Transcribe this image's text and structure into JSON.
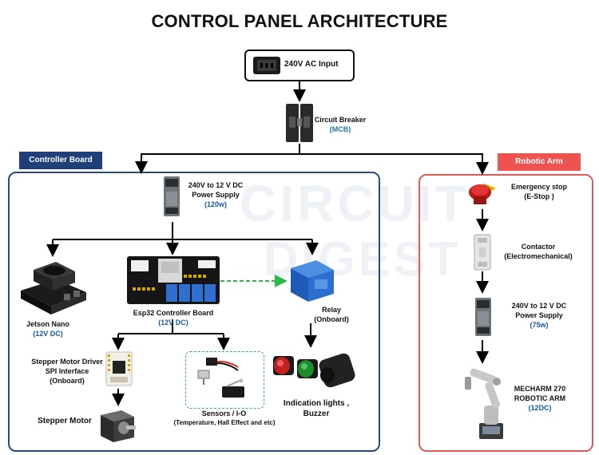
{
  "title": "CONTROL PANEL ARCHITECTURE",
  "watermark": {
    "line1": "CIRCUIT",
    "line2": "DIGEST"
  },
  "ac_input": {
    "label": "240V AC Input"
  },
  "breaker": {
    "label": "Circuit Breaker",
    "sub": "(MCB)"
  },
  "controller_board": {
    "tag": "Controller Board",
    "tag_color": "#1f3f78",
    "border_color": "#2a4a7e",
    "psu": {
      "line1": "240V  to 12 V DC",
      "line2": "Power Supply",
      "sub": "(120w)"
    },
    "jetson": {
      "label": "Jetson Nano",
      "sub": "(12V DC)"
    },
    "esp32": {
      "label": "Esp32 Controller Board",
      "sub": "(12V DC)"
    },
    "relay": {
      "label": "Relay",
      "sub": "(Onboard)"
    },
    "stepper_driver": {
      "line1": "Stepper Motor Driver",
      "line2": "SPI Interface",
      "line3": "(Onboard)"
    },
    "stepper_motor": {
      "label": "Stepper Motor"
    },
    "sensors": {
      "line1": "Sensors / I-O",
      "line2": "(Temperature, Hall Effect and etc)"
    },
    "indication": {
      "line1": "Indication lights ,",
      "line2": "Buzzer"
    }
  },
  "robotic_arm": {
    "tag": "Robotic Arm",
    "tag_color": "#ef5350",
    "border_color": "#e05a5a",
    "estop": {
      "line1": "Emergency stop",
      "line2": "(E-Stop )"
    },
    "contactor": {
      "line1": "Contactor",
      "line2": "(Electromechanical)"
    },
    "psu": {
      "line1": "240V  to 12 V DC",
      "line2": "Power Supply",
      "sub": "(75w)"
    },
    "arm": {
      "line1": "MECHARM 270",
      "line2": "ROBOTIC ARM",
      "sub": "(12DC)"
    }
  },
  "colors": {
    "dashed_link": "#2db84a",
    "sensor_box": "#3aa0d8"
  }
}
